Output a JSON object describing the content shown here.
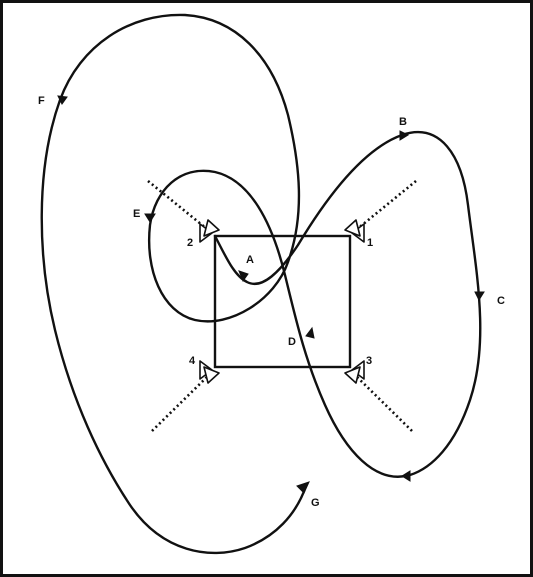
{
  "diagram": {
    "cameras": [
      {
        "id": "camera-1",
        "label": "1"
      },
      {
        "id": "camera-2",
        "label": "2"
      },
      {
        "id": "camera-3",
        "label": "3"
      },
      {
        "id": "camera-4",
        "label": "4"
      }
    ],
    "path_points": [
      {
        "id": "point-a",
        "label": "A"
      },
      {
        "id": "point-b",
        "label": "B"
      },
      {
        "id": "point-c",
        "label": "C"
      },
      {
        "id": "point-d",
        "label": "D"
      },
      {
        "id": "point-e",
        "label": "E"
      },
      {
        "id": "point-f",
        "label": "F"
      },
      {
        "id": "point-g",
        "label": "G"
      }
    ],
    "colors": {
      "line": "#111111",
      "background": "#ffffff"
    }
  }
}
